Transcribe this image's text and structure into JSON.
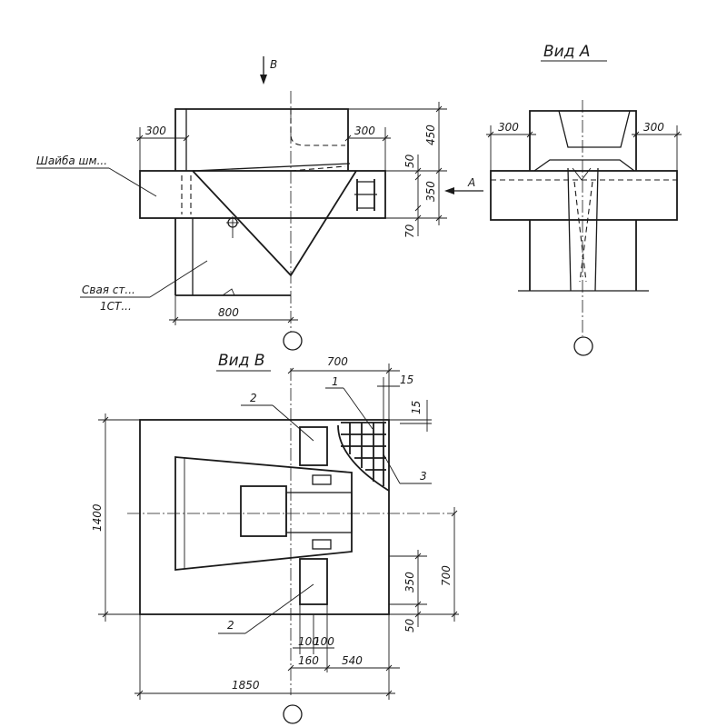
{
  "views": {
    "view_a_title": "Вид А",
    "view_b_title": "Вид В"
  },
  "arrows": {
    "b_marker": "В",
    "a_marker": "А"
  },
  "callouts": {
    "washer": "Шайба шм...",
    "pile_1": "Свая ст...",
    "pile_2": "1СТ...",
    "pos_1": "1",
    "pos_2_top": "2",
    "pos_2_bottom": "2",
    "pos_3": "3"
  },
  "dimensions": {
    "front_left_300": "300",
    "front_right_300": "300",
    "front_450": "450",
    "front_50": "50",
    "front_350": "350",
    "front_70": "70",
    "front_800": "800",
    "side_left_300": "300",
    "side_right_300": "300",
    "plan_700_top": "700",
    "plan_15_a": "15",
    "plan_15_b": "15",
    "plan_1400": "1400",
    "plan_350": "350",
    "plan_700_right": "700",
    "plan_50": "50",
    "plan_100_a": "100",
    "plan_100_b": "100",
    "plan_160": "160",
    "plan_540": "540",
    "plan_1850": "1850"
  }
}
